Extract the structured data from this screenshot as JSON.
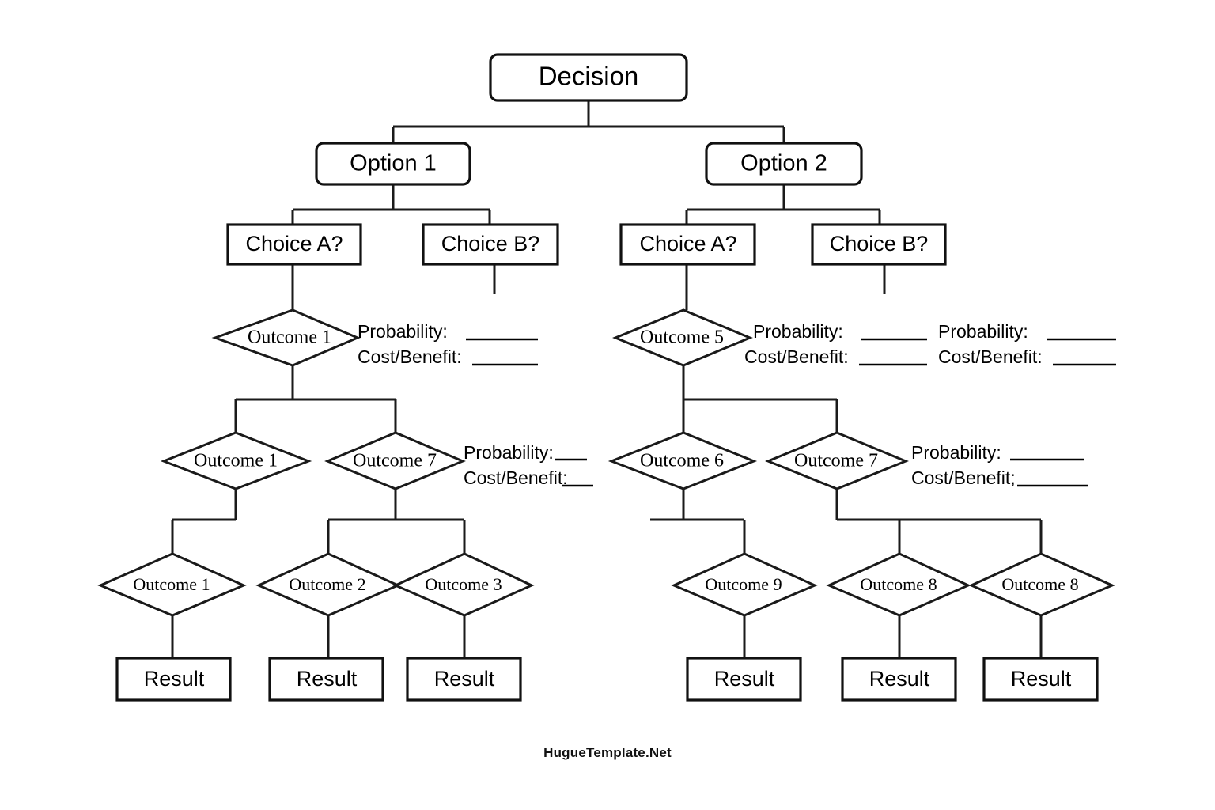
{
  "diagram": {
    "title_node": {
      "label": "Decision"
    },
    "footer": {
      "text": "HugueTemplate.Net"
    },
    "options": [
      {
        "label": "Option 1"
      },
      {
        "label": "Option 2"
      }
    ],
    "choices": [
      {
        "label": "Choice A?"
      },
      {
        "label": "Choice B?"
      },
      {
        "label": "Choice A?"
      },
      {
        "label": "Choice B?"
      }
    ],
    "level3_outcomes": [
      {
        "label": "Outcome 1"
      },
      {
        "label": "Outcome 5"
      }
    ],
    "level4_outcomes": [
      {
        "label": "Outcome 1"
      },
      {
        "label": "Outcome 7"
      },
      {
        "label": "Outcome 6"
      },
      {
        "label": "Outcome 7"
      }
    ],
    "level5_outcomes": [
      {
        "label": "Outcome 1"
      },
      {
        "label": "Outcome 2"
      },
      {
        "label": "Outcome 3"
      },
      {
        "label": "Outcome 9"
      },
      {
        "label": "Outcome 8"
      },
      {
        "label": "Outcome 8"
      }
    ],
    "results": [
      {
        "label": "Result"
      },
      {
        "label": "Result"
      },
      {
        "label": "Result"
      },
      {
        "label": "Result"
      },
      {
        "label": "Result"
      },
      {
        "label": "Result"
      }
    ],
    "annotations": [
      {
        "id": "ann-left-upper",
        "probability_label": "Probability:",
        "cost_label": "Cost/Benefit:"
      },
      {
        "id": "ann-right-upper-a",
        "probability_label": "Probability:",
        "cost_label": "Cost/Benefit:"
      },
      {
        "id": "ann-right-upper-b",
        "probability_label": "Probability:",
        "cost_label": "Cost/Benefit:"
      },
      {
        "id": "ann-left-lower",
        "probability_label": "Probability:",
        "cost_label": "Cost/Benefit:"
      },
      {
        "id": "ann-right-lower",
        "probability_label": "Probability:",
        "cost_label": "Cost/Benefit;"
      }
    ],
    "colors": {
      "background": "#ffffff",
      "stroke": "#1a1a1a",
      "text": "#000000",
      "shadow": "#cfcfcf"
    }
  }
}
